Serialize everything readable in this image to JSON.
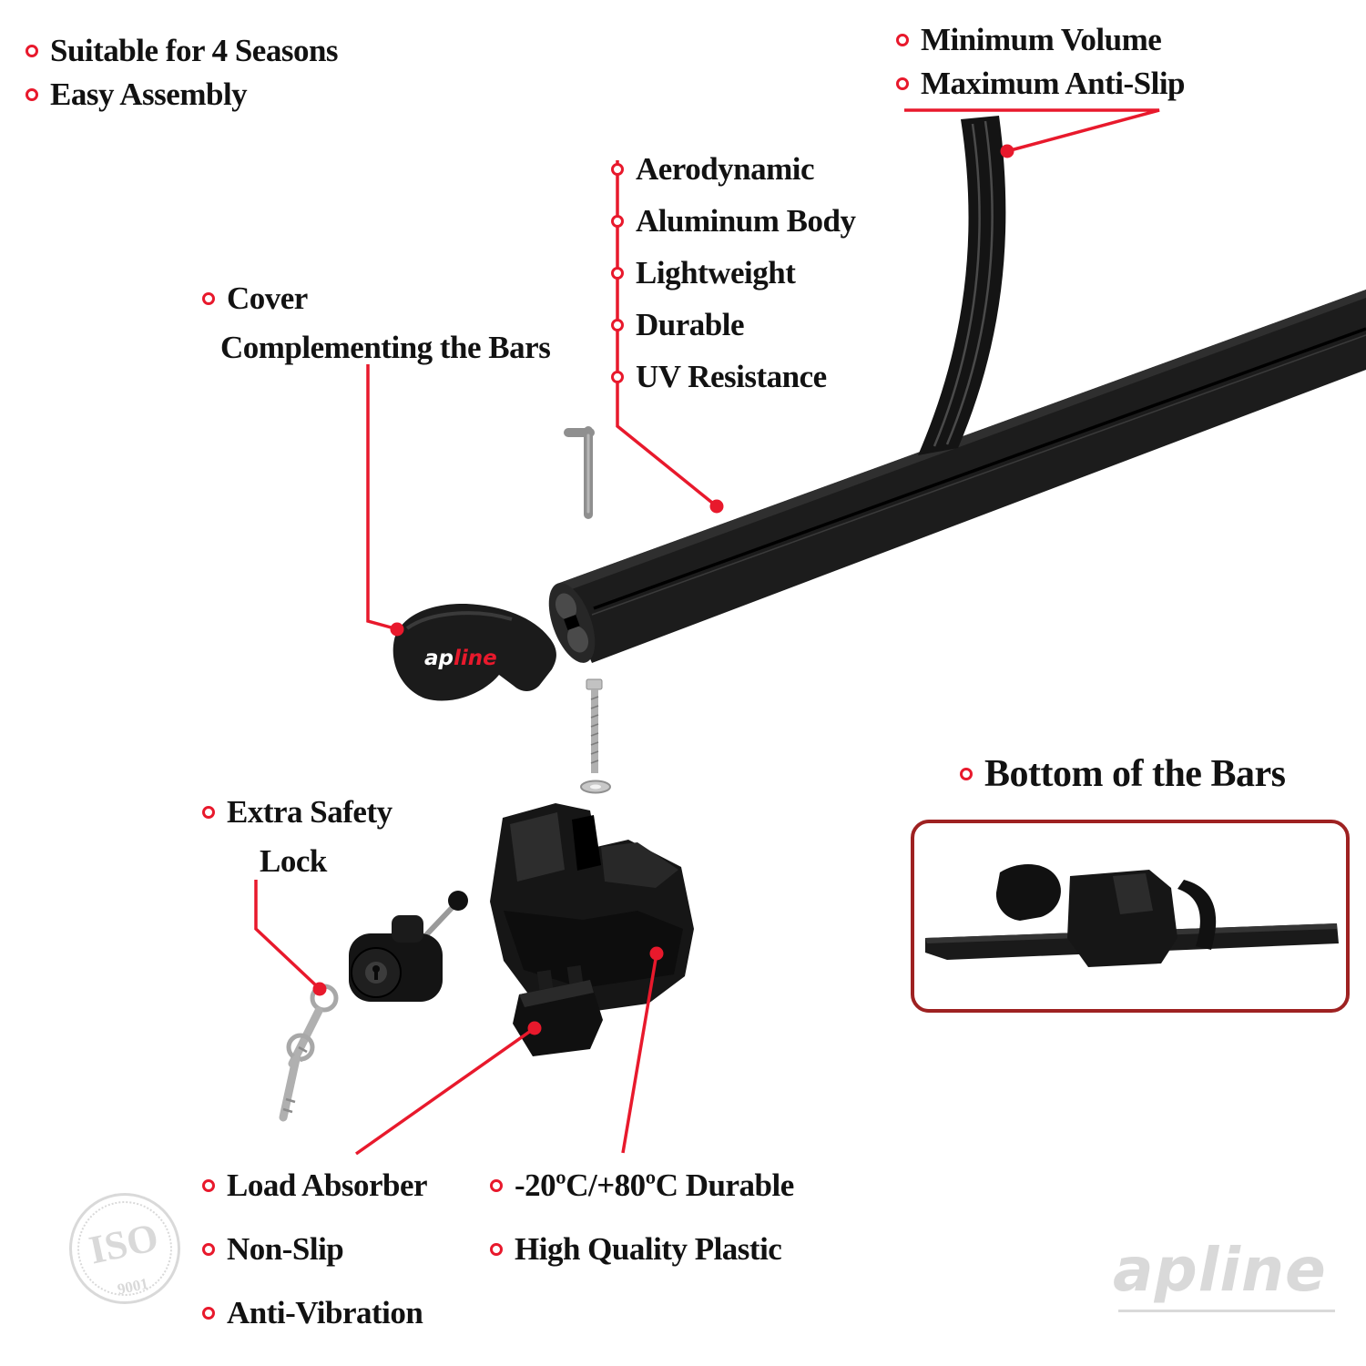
{
  "colors": {
    "accent_red": "#e8192c",
    "box_red": "#9e2121",
    "part_black": "#1a1a1a",
    "watermark_gray": "#d9d9d9"
  },
  "labels": {
    "top_left": {
      "items": [
        "Suitable for 4 Seasons",
        "Easy Assembly"
      ]
    },
    "top_right": {
      "items": [
        "Minimum Volume",
        "Maximum Anti-Slip"
      ]
    },
    "bar_features": {
      "items": [
        "Aerodynamic",
        "Aluminum Body",
        "Lightweight",
        "Durable",
        "UV Resistance"
      ]
    },
    "cover": {
      "line1": "Cover",
      "line2": "Complementing the Bars"
    },
    "safety_lock": {
      "line1": "Extra Safety",
      "line2": "Lock"
    },
    "bottom_of_bars": {
      "title": "Bottom of the Bars"
    },
    "load_absorber": {
      "items": [
        "Load Absorber",
        "Non-Slip",
        "Anti-Vibration"
      ]
    },
    "plastic": {
      "items": [
        "-20ºC/+80ºC Durable",
        "High Quality Plastic"
      ]
    }
  },
  "branding": {
    "logo_part1": "ap",
    "logo_part2": "line",
    "watermark_logo": "apline",
    "iso_title": "ISO",
    "iso_number": "9001"
  }
}
